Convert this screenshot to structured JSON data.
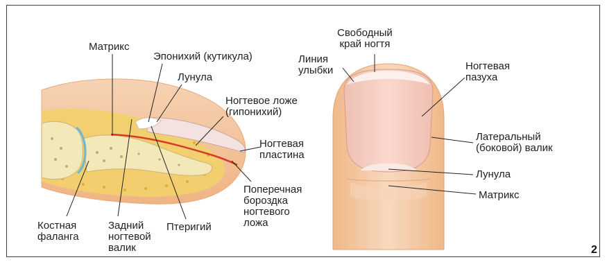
{
  "figure_number": "2",
  "left_diagram": {
    "labels": {
      "matrix": "Матрикс",
      "eponychium": "Эпонихий (кутикула)",
      "lunula": "Лунула",
      "nail_bed": "Ногтевое ложе\n(гипонихий)",
      "nail_plate": "Ногтевая\nпластина",
      "transverse_groove": "Поперечная\nбороздка\nногтевого\nложа",
      "bone_phalanx": "Костная\nфаланга",
      "proximal_fold": "Задний\nногтевой\nвалик",
      "pterygium": "Птеригий"
    }
  },
  "right_diagram": {
    "labels": {
      "free_edge": "Свободный\nкрай ногтя",
      "smile_line": "Линия\nулыбки",
      "nail_sinus": "Ногтевая\nпазуха",
      "lateral_fold": "Латеральный\n(боковой) валик",
      "lunula": "Лунула",
      "matrix": "Матрикс"
    }
  },
  "colors": {
    "skin": "#f4c39a",
    "skin_light": "#f9dcc0",
    "fat": "#f2d06a",
    "bone": "#f3e8b8",
    "nail_plate": "#f7cfc4",
    "nail_bed_line": "#d83a2a",
    "leader": "#222222"
  }
}
